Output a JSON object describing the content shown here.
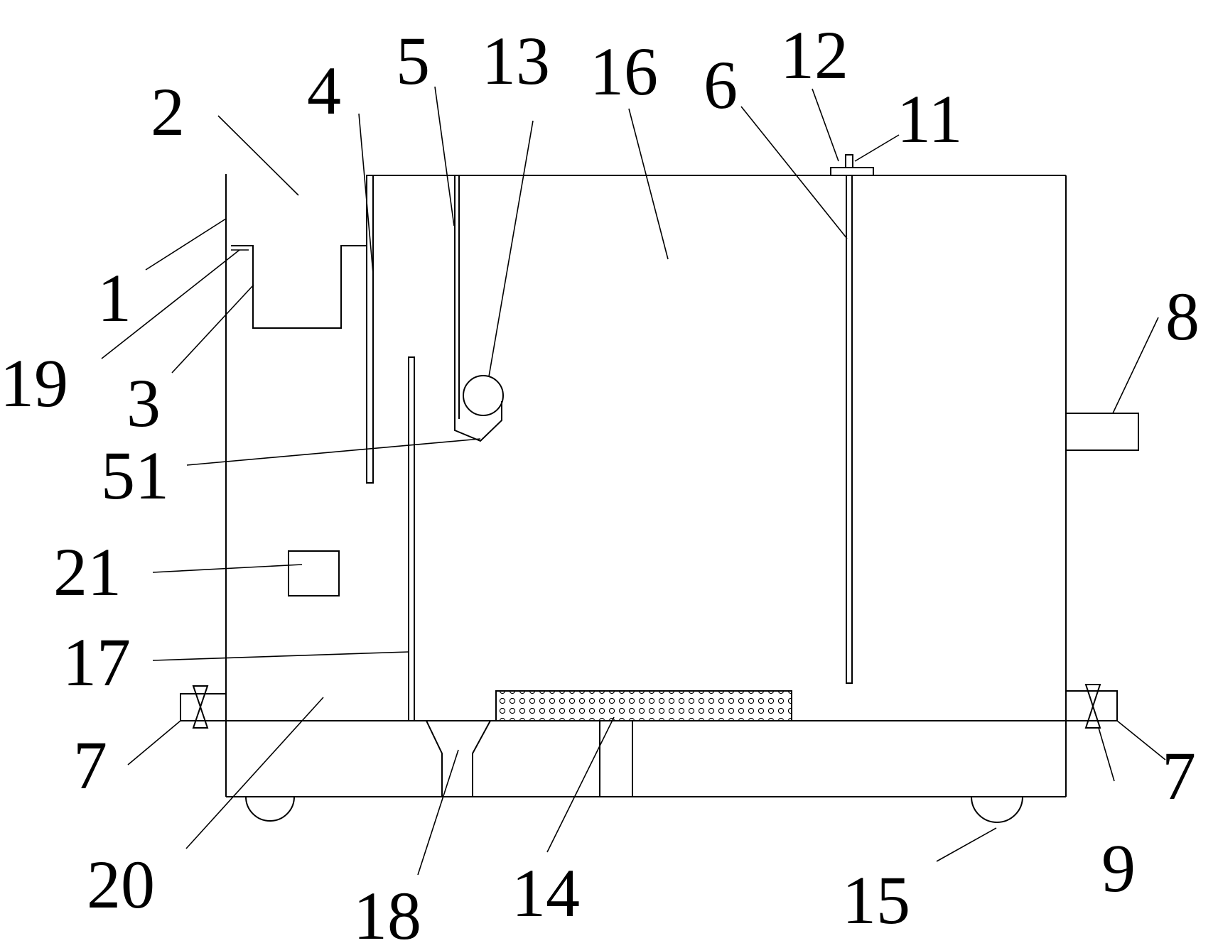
{
  "labels": [
    {
      "id": "1",
      "text": "1"
    },
    {
      "id": "2",
      "text": "2"
    },
    {
      "id": "3",
      "text": "3"
    },
    {
      "id": "4",
      "text": "4"
    },
    {
      "id": "5",
      "text": "5"
    },
    {
      "id": "6",
      "text": "6"
    },
    {
      "id": "7l",
      "text": "7"
    },
    {
      "id": "7r",
      "text": "7"
    },
    {
      "id": "8",
      "text": "8"
    },
    {
      "id": "9",
      "text": "9"
    },
    {
      "id": "11",
      "text": "11"
    },
    {
      "id": "12",
      "text": "12"
    },
    {
      "id": "13",
      "text": "13"
    },
    {
      "id": "14",
      "text": "14"
    },
    {
      "id": "15",
      "text": "15"
    },
    {
      "id": "16",
      "text": "16"
    },
    {
      "id": "17",
      "text": "17"
    },
    {
      "id": "18",
      "text": "18"
    },
    {
      "id": "19",
      "text": "19"
    },
    {
      "id": "20",
      "text": "20"
    },
    {
      "id": "21",
      "text": "21"
    },
    {
      "id": "51",
      "text": "51"
    }
  ]
}
